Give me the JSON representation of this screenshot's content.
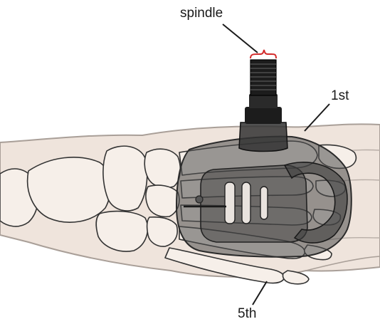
{
  "labels": {
    "spindle": "spindle",
    "first_metatarsal": "1st",
    "fifth_metatarsal": "5th"
  },
  "colors": {
    "skin_fill": "#efe4dc",
    "skin_outline": "#a99f98",
    "bone_fill": "#f6efe9",
    "bone_outline": "#333333",
    "pedal_body": "#4d4d4d",
    "spindle_metal": "#1c1c1c",
    "bracket_red": "#d32a2a"
  }
}
